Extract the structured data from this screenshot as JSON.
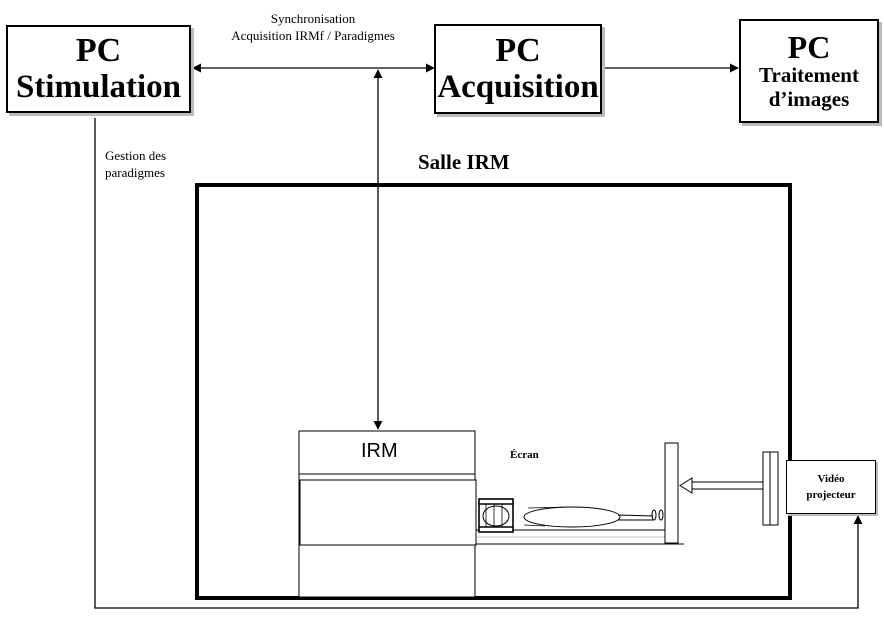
{
  "boxes": {
    "stimulation": {
      "line1": "PC",
      "line2": "Stimulation"
    },
    "acquisition": {
      "line1": "PC",
      "line2": "Acquisition"
    },
    "traitement": {
      "line1": "PC",
      "line2": "Traitement d’images"
    }
  },
  "labels": {
    "sync_line1": "Synchronisation",
    "sync_line2": "Acquisition IRMf / Paradigmes",
    "gestion_line1": "Gestion des",
    "gestion_line2": "paradigmes",
    "salle": "Salle IRM",
    "irm": "IRM",
    "ecran": "Écran",
    "video_line1": "Vidéo",
    "video_line2": "projecteur"
  }
}
